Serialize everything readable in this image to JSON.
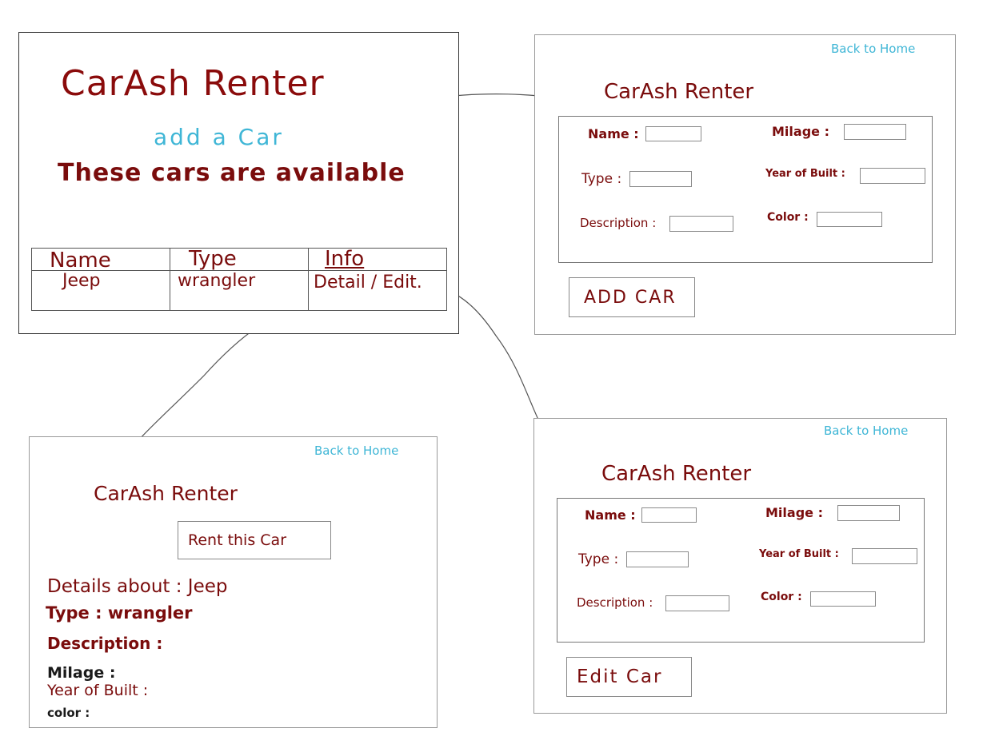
{
  "home": {
    "title": "CarAsh Renter",
    "add_link": "add a Car",
    "heading": "These cars are available",
    "table": {
      "headers": [
        "Name",
        "Type",
        "Info"
      ],
      "rows": [
        {
          "name": "Jeep",
          "type": "wrangler",
          "info": "Detail / Edit."
        }
      ]
    }
  },
  "add_page": {
    "back_link": "Back to Home",
    "title": "CarAsh Renter",
    "labels": {
      "name": "Name :",
      "milage": "Milage :",
      "type": "Type :",
      "year": "Year of Built :",
      "description": "Description :",
      "color": "Color :"
    },
    "button": "ADD CAR"
  },
  "detail_page": {
    "back_link": "Back to Home",
    "title": "CarAsh Renter",
    "rent_button": "Rent this Car",
    "lines": {
      "details": "Details about : Jeep",
      "type": "Type : wrangler",
      "description": "Description :",
      "milage": "Milage :",
      "year": "Year of Built :",
      "color": "color :"
    }
  },
  "edit_page": {
    "back_link": "Back to Home",
    "title": "CarAsh Renter",
    "labels": {
      "name": "Name :",
      "milage": "Milage :",
      "type": "Type :",
      "year": "Year of Built :",
      "description": "Description :",
      "color": "Color :"
    },
    "button": "Edit Car"
  },
  "colors": {
    "ink": "#7a0c0c",
    "link": "#3fb6d6",
    "border": "#333333"
  }
}
